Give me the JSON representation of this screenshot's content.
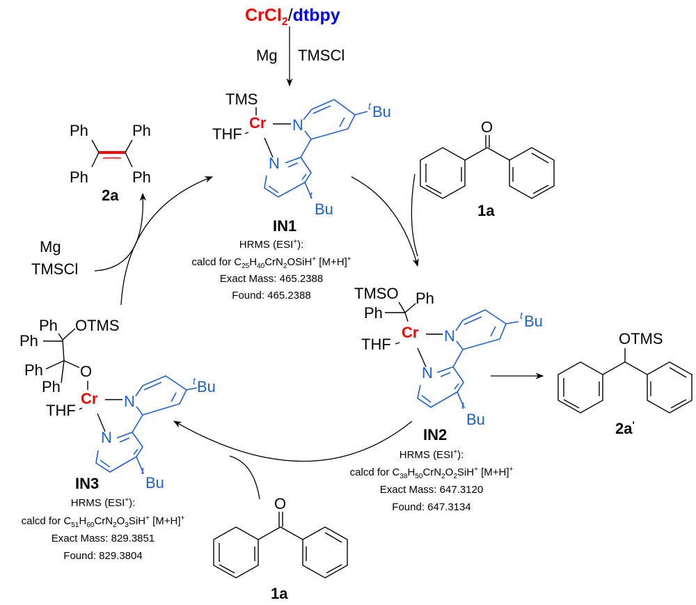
{
  "title": "Proposed Cr-catalyzed reductive coupling cycle",
  "colors": {
    "chromium": "#ff0000",
    "ligand": "#1a5fd6",
    "dtbpy_label": "#0000ff",
    "double_bond": "#ff0000",
    "text": "#000000"
  },
  "top_reagents": {
    "precatalyst_metal": "CrCl",
    "precatalyst_metal_sub": "2",
    "separator": "/",
    "ligand": "dtbpy",
    "left_reagent": "Mg",
    "right_reagent": "TMSCl"
  },
  "intermediates": {
    "IN1": {
      "label": "IN1",
      "metal": "Cr",
      "ligands": [
        "TMS",
        "THF"
      ],
      "tBu": "Bu",
      "tBu_prefix": "t",
      "hrms_title": "HRMS (ESI",
      "hrms_title_sup": "+",
      "hrms_title_end": "):",
      "formula_text": "calcd for C25H40CrN2OSiH+ [M+H]+",
      "formula_parts": [
        "calcd for C",
        "25",
        "H",
        "40",
        "CrN",
        "2",
        "OSiH",
        "+",
        " [M+H]",
        "+"
      ],
      "exact_mass": "Exact Mass: 465.2388",
      "found": "Found: 465.2388"
    },
    "IN2": {
      "label": "IN2",
      "metal": "Cr",
      "ligands": [
        "TMSO",
        "Ph",
        "Ph",
        "THF"
      ],
      "hrms_title": "HRMS (ESI",
      "hrms_title_sup": "+",
      "hrms_title_end": "):",
      "formula_text": "calcd for C38H50CrN2O2SiH+ [M+H]+",
      "formula_parts": [
        "calcd for C",
        "38",
        "H",
        "50",
        "CrN",
        "2",
        "O",
        "2",
        "SiH",
        "+",
        " [M+H]",
        "+"
      ],
      "exact_mass": "Exact Mass: 647.3120",
      "found": "Found: 647.3134"
    },
    "IN3": {
      "label": "IN3",
      "metal": "Cr",
      "ligands": [
        "Ph",
        "OTMS",
        "Ph",
        "Ph",
        "O",
        "Ph",
        "THF"
      ],
      "hrms_title": "HRMS (ESI",
      "hrms_title_sup": "+",
      "hrms_title_end": "):",
      "formula_text": "calcd for C51H60CrN2O3SiH+ [M+H]+",
      "formula_parts": [
        "calcd for C",
        "51",
        "H",
        "60",
        "CrN",
        "2",
        "O",
        "3",
        "SiH",
        "+",
        " [M+H]",
        "+"
      ],
      "exact_mass": "Exact Mass: 829.3851",
      "found": "Found:  829.3804"
    }
  },
  "compounds": {
    "substrate_top": {
      "label": "1a",
      "atom": "O"
    },
    "substrate_bottom": {
      "label": "1a",
      "atom": "O"
    },
    "product_2a": {
      "label": "2a",
      "substituents": [
        "Ph",
        "Ph",
        "Ph",
        "Ph"
      ]
    },
    "side_product": {
      "label": "2a",
      "label_prime": "'",
      "group": "OTMS"
    }
  },
  "cycle_reagents": {
    "regen_1": "Mg",
    "regen_2": "TMSCl"
  },
  "ligand_atoms": {
    "N": "N",
    "tBu_prefix": "t",
    "tBu": "Bu"
  }
}
